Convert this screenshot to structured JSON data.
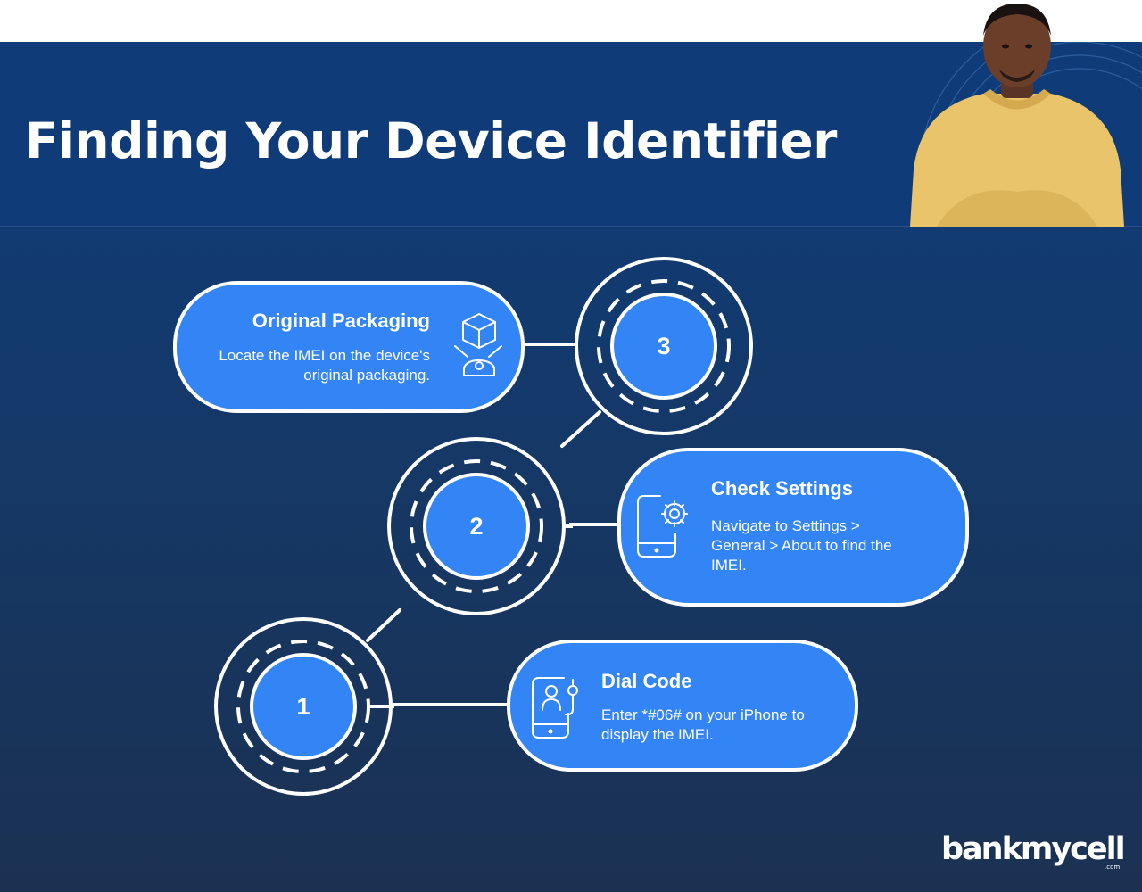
{
  "header": {
    "title": "Finding Your Device Identifier"
  },
  "steps": [
    {
      "number": "1",
      "title": "Dial Code",
      "description": "Enter *#06# on your iPhone to display the IMEI.",
      "icon": "phone-dial-icon"
    },
    {
      "number": "2",
      "title": "Check Settings",
      "description": "Navigate to Settings > General > About to find the IMEI.",
      "icon": "phone-settings-gear-icon"
    },
    {
      "number": "3",
      "title": "Original Packaging",
      "description": "Locate the IMEI on the device's original packaging.",
      "icon": "box-package-icon"
    }
  ],
  "brand": {
    "logo_text": "bankmycell",
    "logo_suffix": ".com"
  },
  "colors": {
    "header_bg": "#0f3c78",
    "main_bg_top": "#113b72",
    "main_bg_bottom": "#1b3152",
    "accent_blue": "#3385f5",
    "line_white": "#ffffff"
  }
}
